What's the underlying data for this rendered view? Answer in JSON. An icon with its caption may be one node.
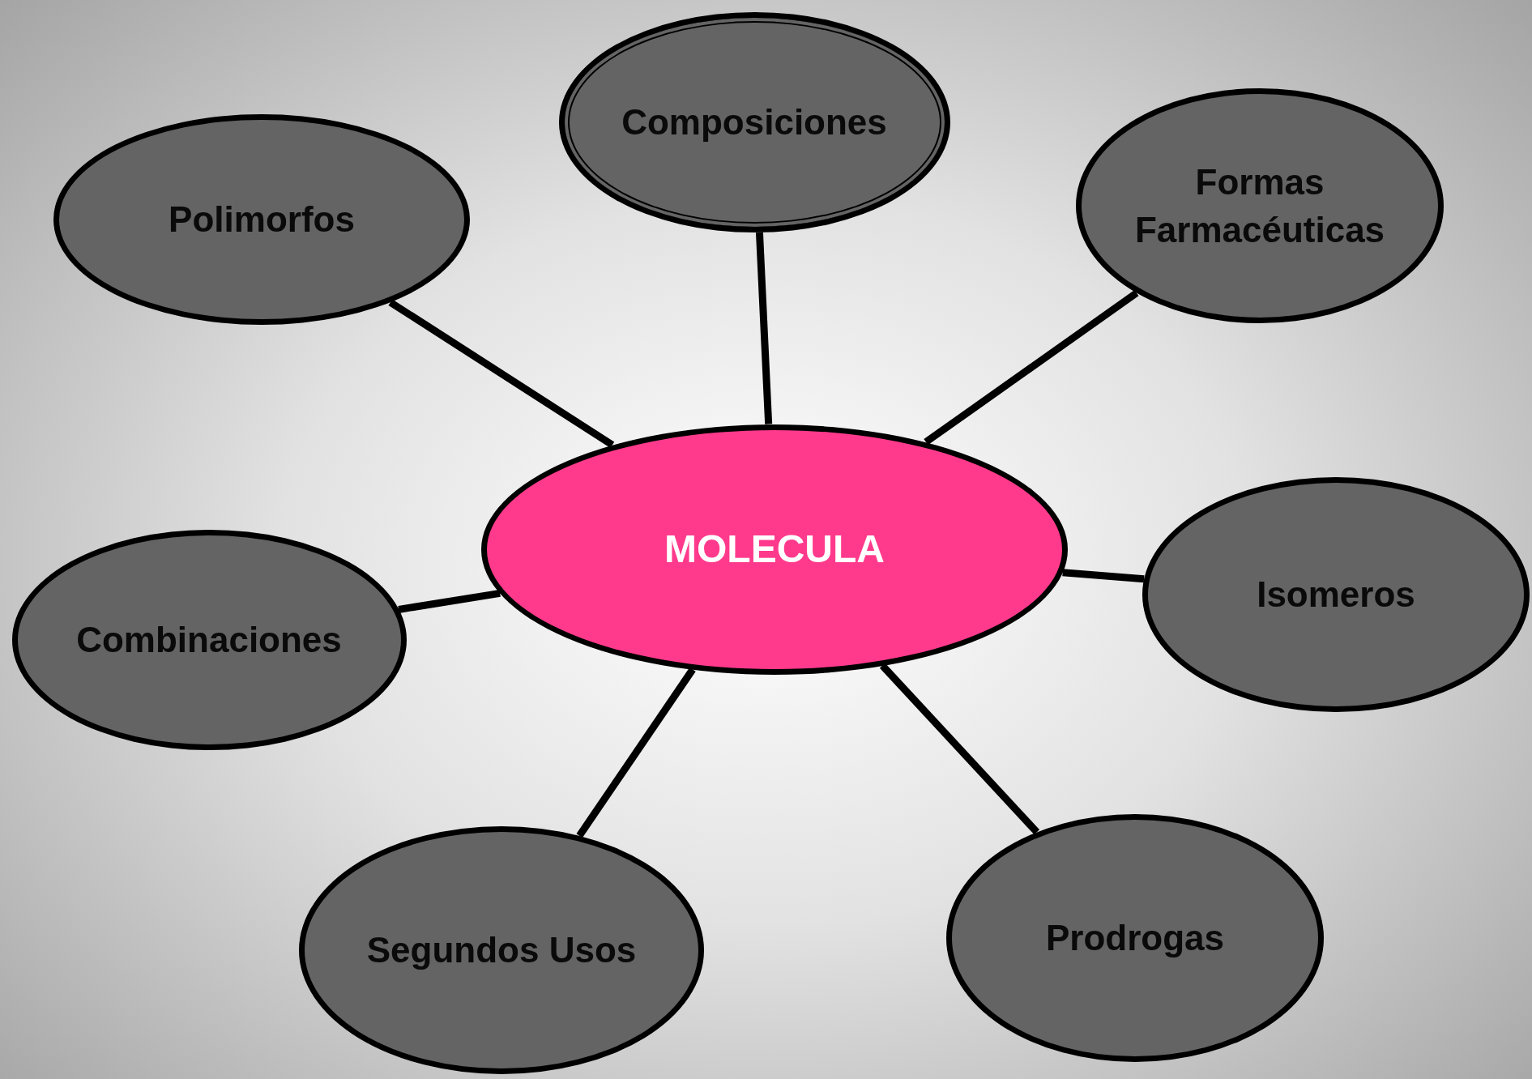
{
  "diagram": {
    "nodes": [
      {
        "text": [
          "Composiciones"
        ]
      },
      {
        "text": [
          "Polimorfos"
        ]
      },
      {
        "text": [
          "Formas Farmacéuticas"
        ]
      },
      {
        "text": [
          "MOLECULA"
        ]
      },
      {
        "text": [
          "Isomeros"
        ]
      },
      {
        "text": [
          "Combinaciones"
        ]
      },
      {
        "text": [
          "Prodrogas"
        ]
      },
      {
        "text": [
          "Segundos Usos"
        ]
      }
    ],
    "edges": [
      {
        "from": 3,
        "to": 0,
        "arrow": "none"
      },
      {
        "from": 3,
        "to": 1,
        "arrow": "none"
      },
      {
        "from": 3,
        "to": 2,
        "arrow": "none"
      },
      {
        "from": 3,
        "to": 4,
        "arrow": "none"
      },
      {
        "from": 3,
        "to": 5,
        "arrow": "none"
      },
      {
        "from": 3,
        "to": 6,
        "arrow": "none"
      },
      {
        "from": 3,
        "to": 7,
        "arrow": "none"
      }
    ]
  }
}
